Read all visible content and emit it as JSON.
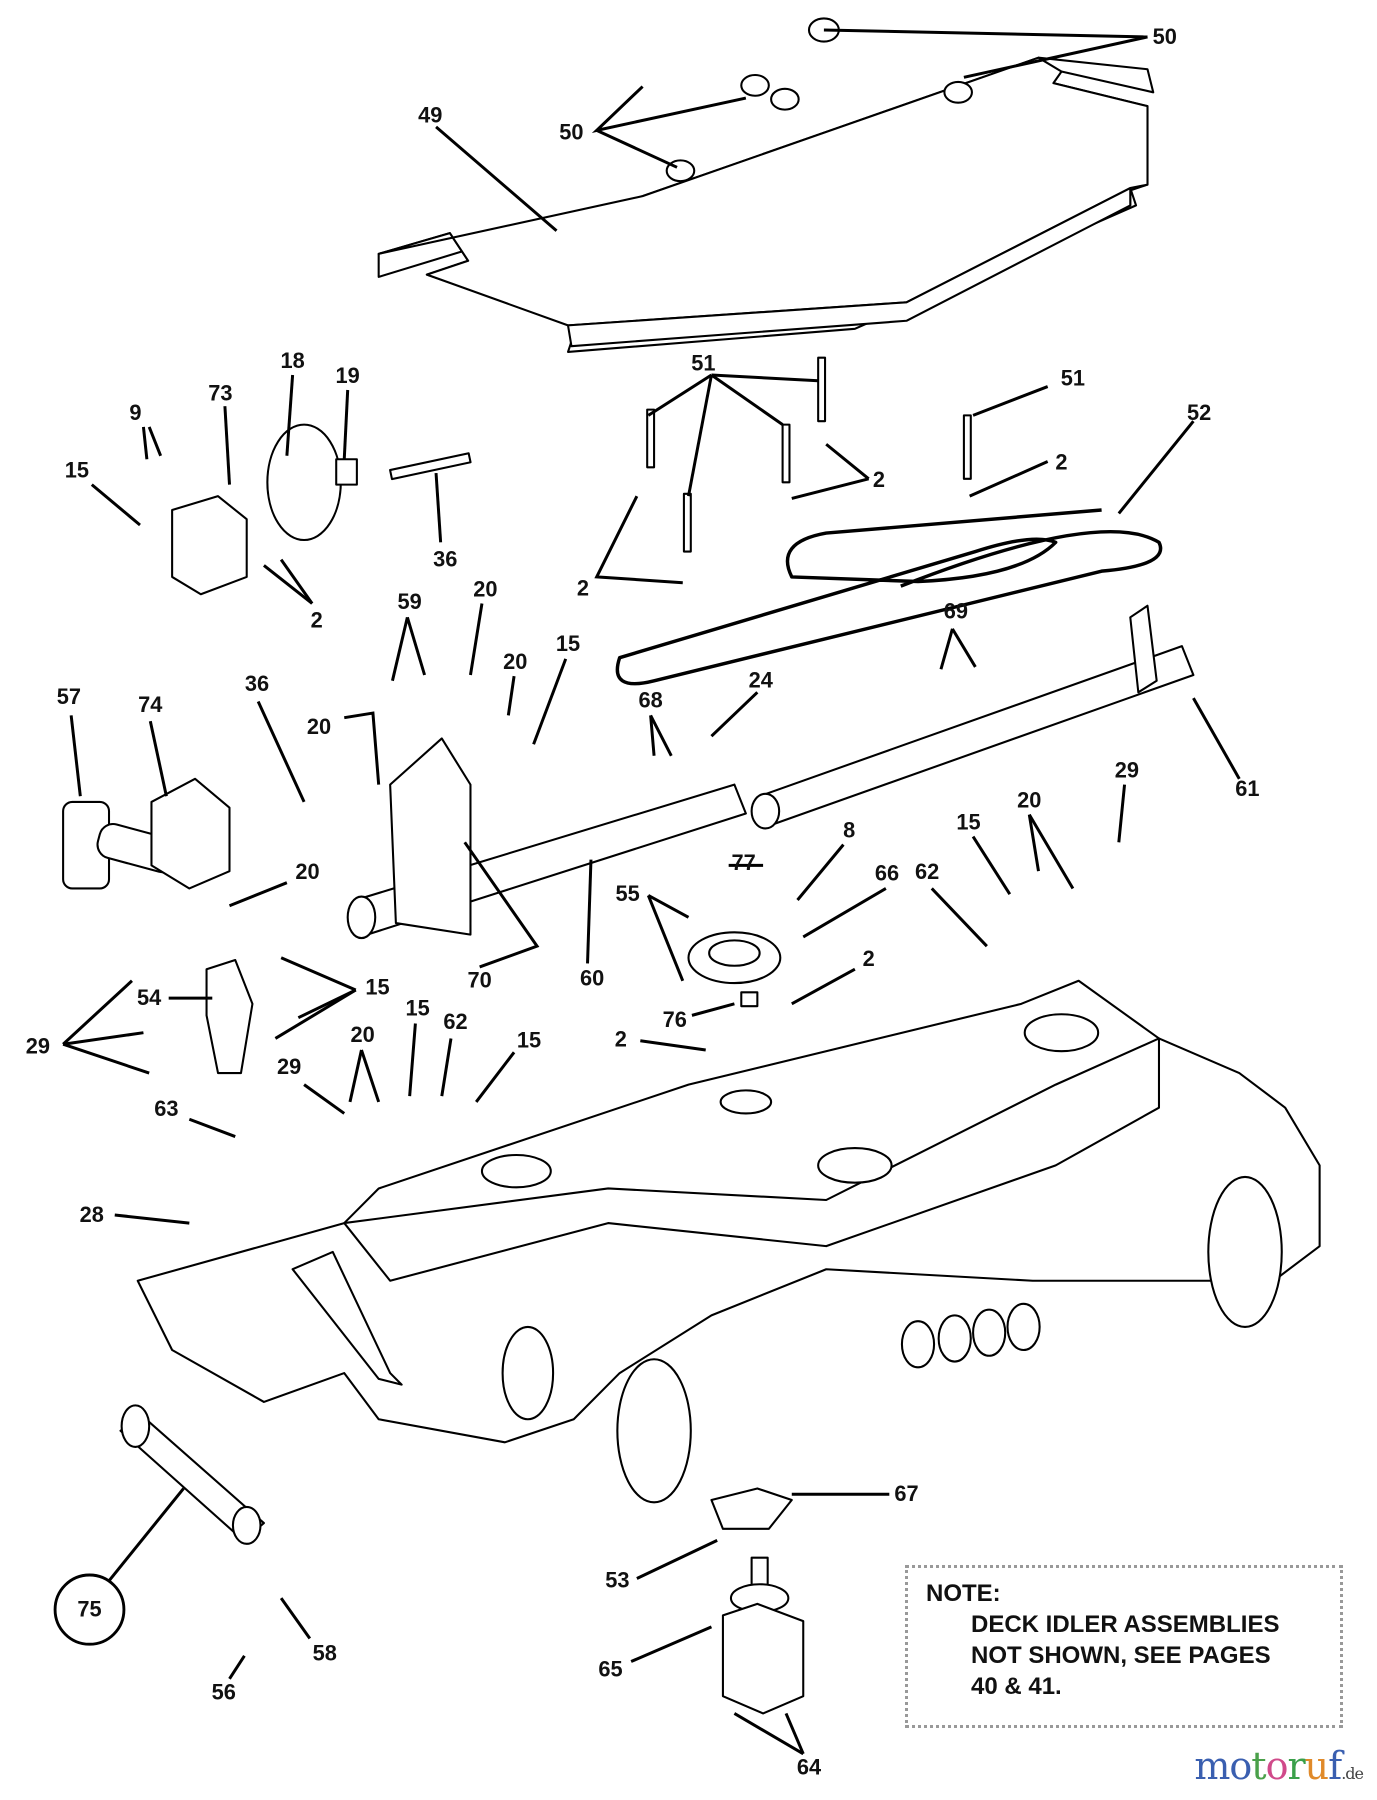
{
  "callouts": {
    "c50a": "50",
    "c50b": "50",
    "c49": "49",
    "c51a": "51",
    "c51b": "51",
    "c52": "52",
    "c18": "18",
    "c19": "19",
    "c73": "73",
    "c9": "9",
    "c15a": "15",
    "c36a": "36",
    "c2a": "2",
    "c2b": "2",
    "c2c": "2",
    "c2d": "2",
    "c59": "59",
    "c20a": "20",
    "c20b": "20",
    "c15b": "15",
    "c20c": "20",
    "c36b": "36",
    "c57": "57",
    "c74": "74",
    "c68": "68",
    "c24": "24",
    "c69": "69",
    "c61": "61",
    "c29a": "29",
    "c20d": "20",
    "c15c": "15",
    "c62a": "62",
    "c8": "8",
    "c77": "77",
    "c66": "66",
    "c55": "55",
    "c60": "60",
    "c70": "70",
    "c20e": "20",
    "c54": "54",
    "c15d": "15",
    "c29b": "29",
    "c76": "76",
    "c2e": "2",
    "c2f": "2",
    "c20f": "20",
    "c15e": "15",
    "c62b": "62",
    "c15f": "15",
    "c29c": "29",
    "c63": "63",
    "c28": "28",
    "c75": "75",
    "c56": "56",
    "c58": "58",
    "c67": "67",
    "c53": "53",
    "c65": "65",
    "c64": "64"
  },
  "note": {
    "title": "NOTE:",
    "lines": [
      "DECK IDLER ASSEMBLIES",
      "NOT SHOWN, SEE PAGES",
      "40 & 41."
    ]
  },
  "watermark": {
    "letters": [
      "m",
      "o",
      "t",
      "o",
      "r",
      "u",
      "f"
    ],
    "suffix": ".de",
    "colors": [
      "#3a5fb0",
      "#3a5fb0",
      "#4aa04a",
      "#d04a8a",
      "#3aa04a",
      "#e08a2a",
      "#3a5fb0"
    ]
  }
}
